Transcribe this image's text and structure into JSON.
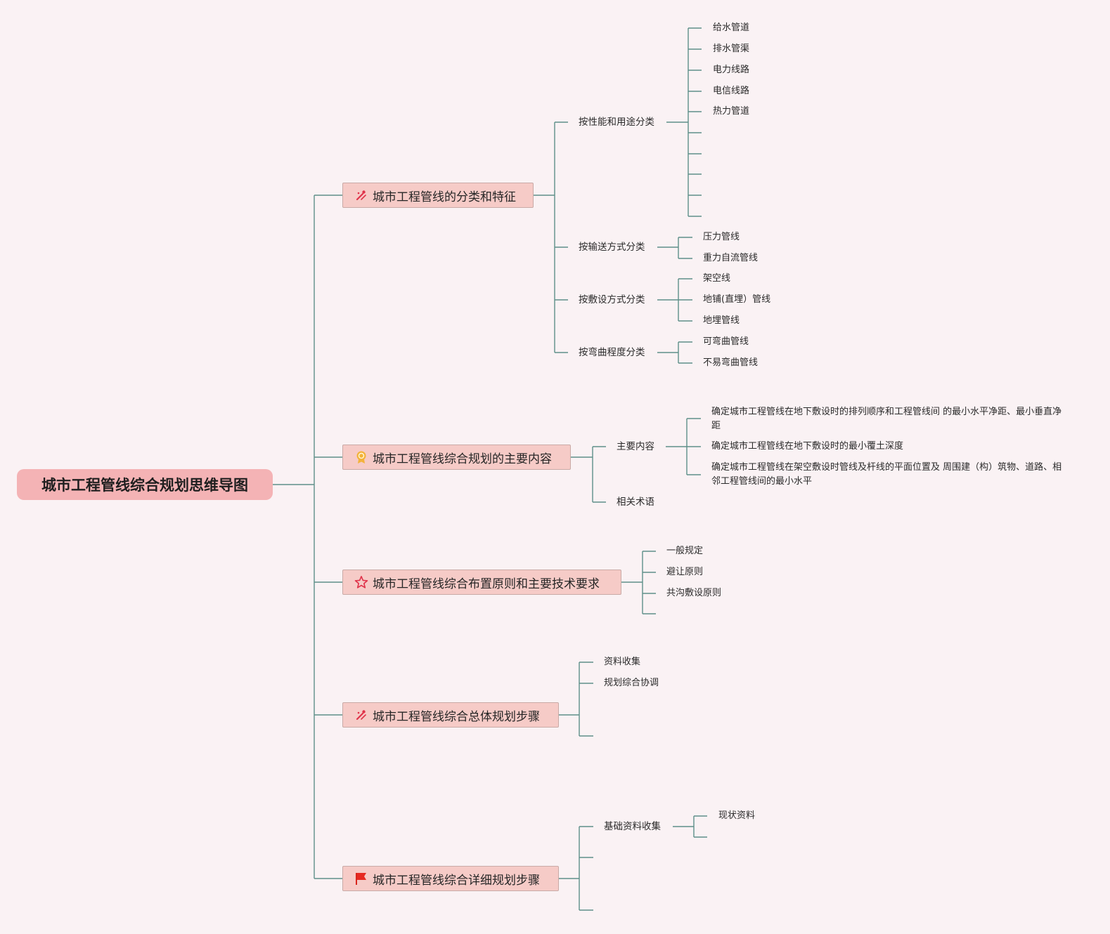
{
  "root": {
    "title": "城市工程管线综合规划思维导图"
  },
  "branches": [
    {
      "label": "城市工程管线的分类和特征",
      "icon": "tools-icon",
      "children": [
        {
          "label": "按性能和用途分类",
          "leaves": [
            "给水管道",
            "排水管渠",
            "电力线路",
            "电信线路",
            "热力管道",
            "",
            "",
            "",
            "",
            ""
          ]
        },
        {
          "label": "按输送方式分类",
          "leaves": [
            "压力管线",
            "重力自流管线"
          ]
        },
        {
          "label": "按敷设方式分类",
          "leaves": [
            "架空线",
            "地铺(直埋）管线",
            "地埋管线"
          ]
        },
        {
          "label": "按弯曲程度分类",
          "leaves": [
            "可弯曲管线",
            "不易弯曲管线"
          ]
        }
      ]
    },
    {
      "label": "城市工程管线综合规划的主要内容",
      "icon": "medal-icon",
      "children": [
        {
          "label": "主要内容",
          "leaves": [
            "确定城市工程管线在地下敷设时的排列顺序和工程管线间 的最小水平净距、最小垂直净距",
            "确定城市工程管线在地下敷设时的最小覆土深度",
            "确定城市工程管线在架空敷设时管线及杆线的平面位置及 周围建（构）筑物、道路、相邻工程管线间的最小水平"
          ]
        },
        {
          "label": "相关术语",
          "leaves": []
        }
      ]
    },
    {
      "label": "城市工程管线综合布置原则和主要技术要求",
      "icon": "star-icon",
      "children": [
        {
          "label": "一般规定"
        },
        {
          "label": "避让原则"
        },
        {
          "label": "共沟敷设原则"
        },
        {
          "label": ""
        }
      ]
    },
    {
      "label": "城市工程管线综合总体规划步骤",
      "icon": "tools-icon",
      "children": [
        {
          "label": "资料收集"
        },
        {
          "label": "规划综合协调"
        },
        {
          "label": ""
        },
        {
          "label": ""
        }
      ]
    },
    {
      "label": "城市工程管线综合详细规划步骤",
      "icon": "flag-icon",
      "children": [
        {
          "label": "基础资料收集",
          "leaves": [
            "现状资料",
            ""
          ]
        },
        {
          "label": ""
        },
        {
          "label": ""
        }
      ]
    }
  ]
}
